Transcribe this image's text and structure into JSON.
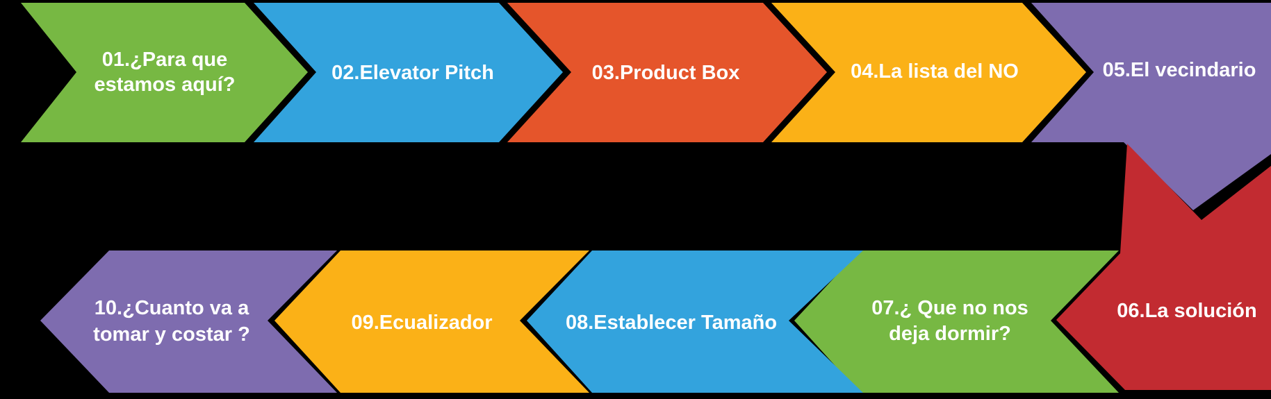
{
  "diagram": {
    "background_color": "#000000",
    "text_color": "#FFFFFF",
    "steps": [
      {
        "id": "01",
        "label": "01.¿Para que estamos aquí?",
        "lines": [
          "01.¿Para que",
          "estamos aquí?"
        ],
        "color": "#77B843",
        "direction": "right"
      },
      {
        "id": "02",
        "label": "02.Elevator Pitch",
        "lines": [
          "02.Elevator Pitch"
        ],
        "color": "#33A3DD",
        "direction": "right"
      },
      {
        "id": "03",
        "label": "03.Product Box",
        "lines": [
          "03.Product Box"
        ],
        "color": "#E5552B",
        "direction": "right"
      },
      {
        "id": "04",
        "label": "04.La lista del NO",
        "lines": [
          "04.La lista del NO"
        ],
        "color": "#FBB117",
        "direction": "right"
      },
      {
        "id": "05",
        "label": "05.El vecindario",
        "lines": [
          "05.El vecindario"
        ],
        "color": "#7E6CAF",
        "direction": "down"
      },
      {
        "id": "06",
        "label": "06.La solución",
        "lines": [
          "06.La solución"
        ],
        "color": "#C22B31",
        "direction": "left"
      },
      {
        "id": "07",
        "label": "07.¿ Que no nos deja dormir?",
        "lines": [
          "07.¿ Que no nos",
          "deja dormir?"
        ],
        "color": "#77B843",
        "direction": "left"
      },
      {
        "id": "08",
        "label": "08.Establecer Tamaño",
        "lines": [
          "08.Establecer Tamaño"
        ],
        "color": "#33A3DD",
        "direction": "left"
      },
      {
        "id": "09",
        "label": "09.Ecualizador",
        "lines": [
          "09.Ecualizador"
        ],
        "color": "#FBB117",
        "direction": "left"
      },
      {
        "id": "10",
        "label": "10.¿Cuanto va a tomar y costar ?",
        "lines": [
          "10.¿Cuanto va a",
          "tomar y costar ?"
        ],
        "color": "#7E6CAF",
        "direction": "left"
      }
    ]
  }
}
